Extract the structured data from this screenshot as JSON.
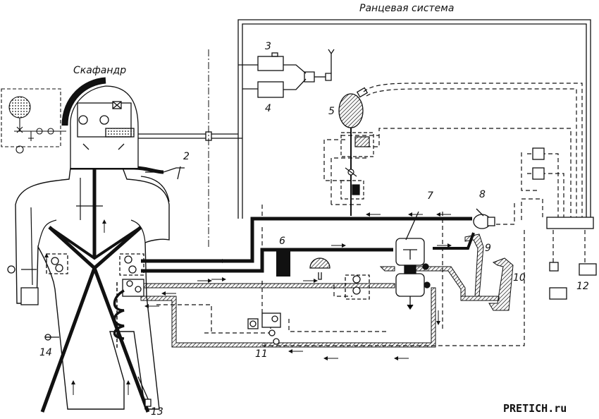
{
  "labels": {
    "system_title": "Ранцевая система",
    "suit_title": "Скафандр",
    "watermark": "PRETICH.ru"
  },
  "callouts": [
    "2",
    "3",
    "4",
    "5",
    "6",
    "7",
    "8",
    "9",
    "10",
    "11",
    "12",
    "13",
    "14"
  ],
  "line_styles": {
    "thick_pipe": "#111111",
    "hatched_pipe": "#111111",
    "dashed_control": "#111111",
    "thin_wire": "#111111"
  }
}
